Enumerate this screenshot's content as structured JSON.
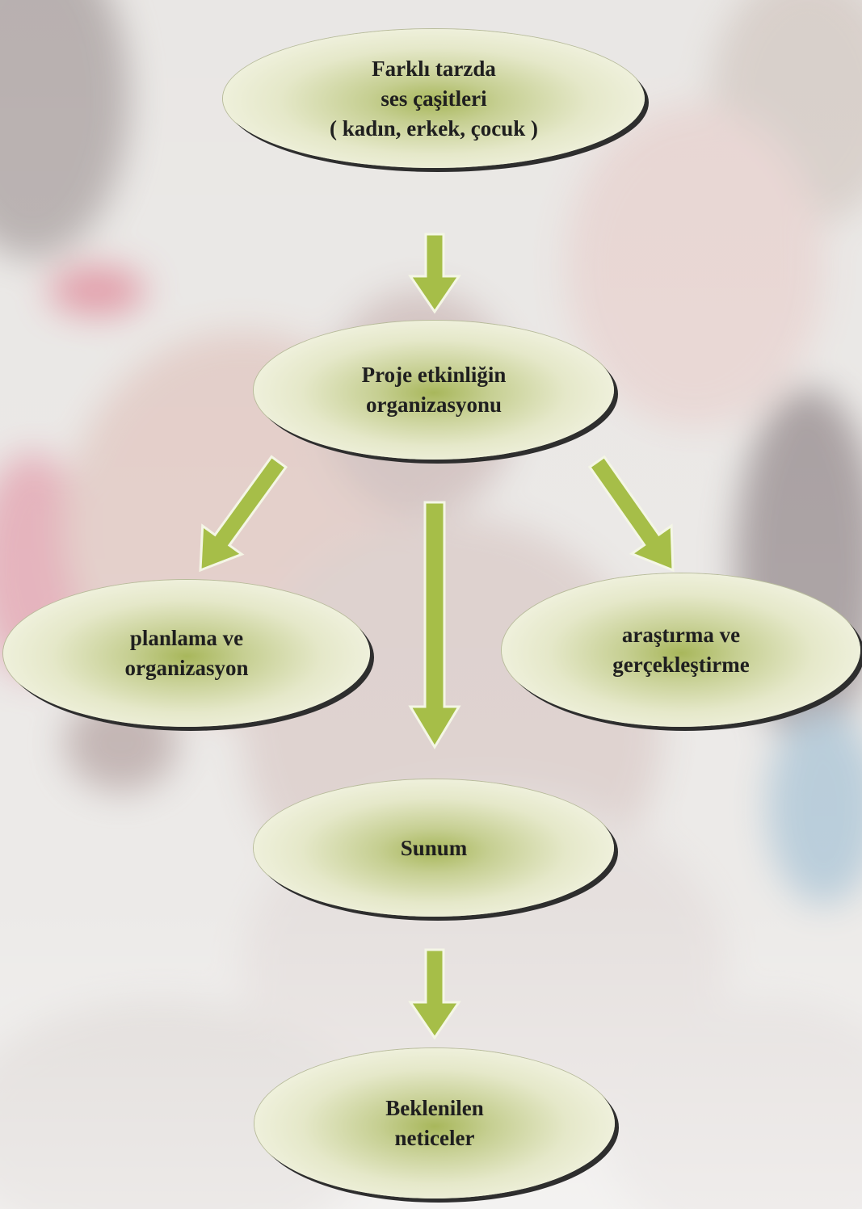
{
  "diagram": {
    "nodes": {
      "n1": [
        "Farklı tarzda",
        "ses çaşitleri",
        "( kadın, erkek, çocuk )"
      ],
      "n2": [
        "Proje etkinliğin",
        "organizasyonu"
      ],
      "n3": [
        "planlama ve",
        "organizasyon"
      ],
      "n4": [
        "araştırma ve",
        "gerçekleştirme"
      ],
      "n5": [
        "Sunum"
      ],
      "n6": [
        "Beklenilen",
        "neticeler"
      ]
    },
    "edges": [
      {
        "from": "n1",
        "to": "n2"
      },
      {
        "from": "n2",
        "to": "n3"
      },
      {
        "from": "n2",
        "to": "n5"
      },
      {
        "from": "n2",
        "to": "n4"
      },
      {
        "from": "n5",
        "to": "n6"
      }
    ],
    "colors": {
      "arrow_fill": "#a6be48",
      "arrow_outline": "#f4f6e6",
      "node_center": "#a8b75b",
      "node_edge": "#eef0dc",
      "text": "#1f1f1f",
      "shadow": "#2e2e2e"
    }
  }
}
